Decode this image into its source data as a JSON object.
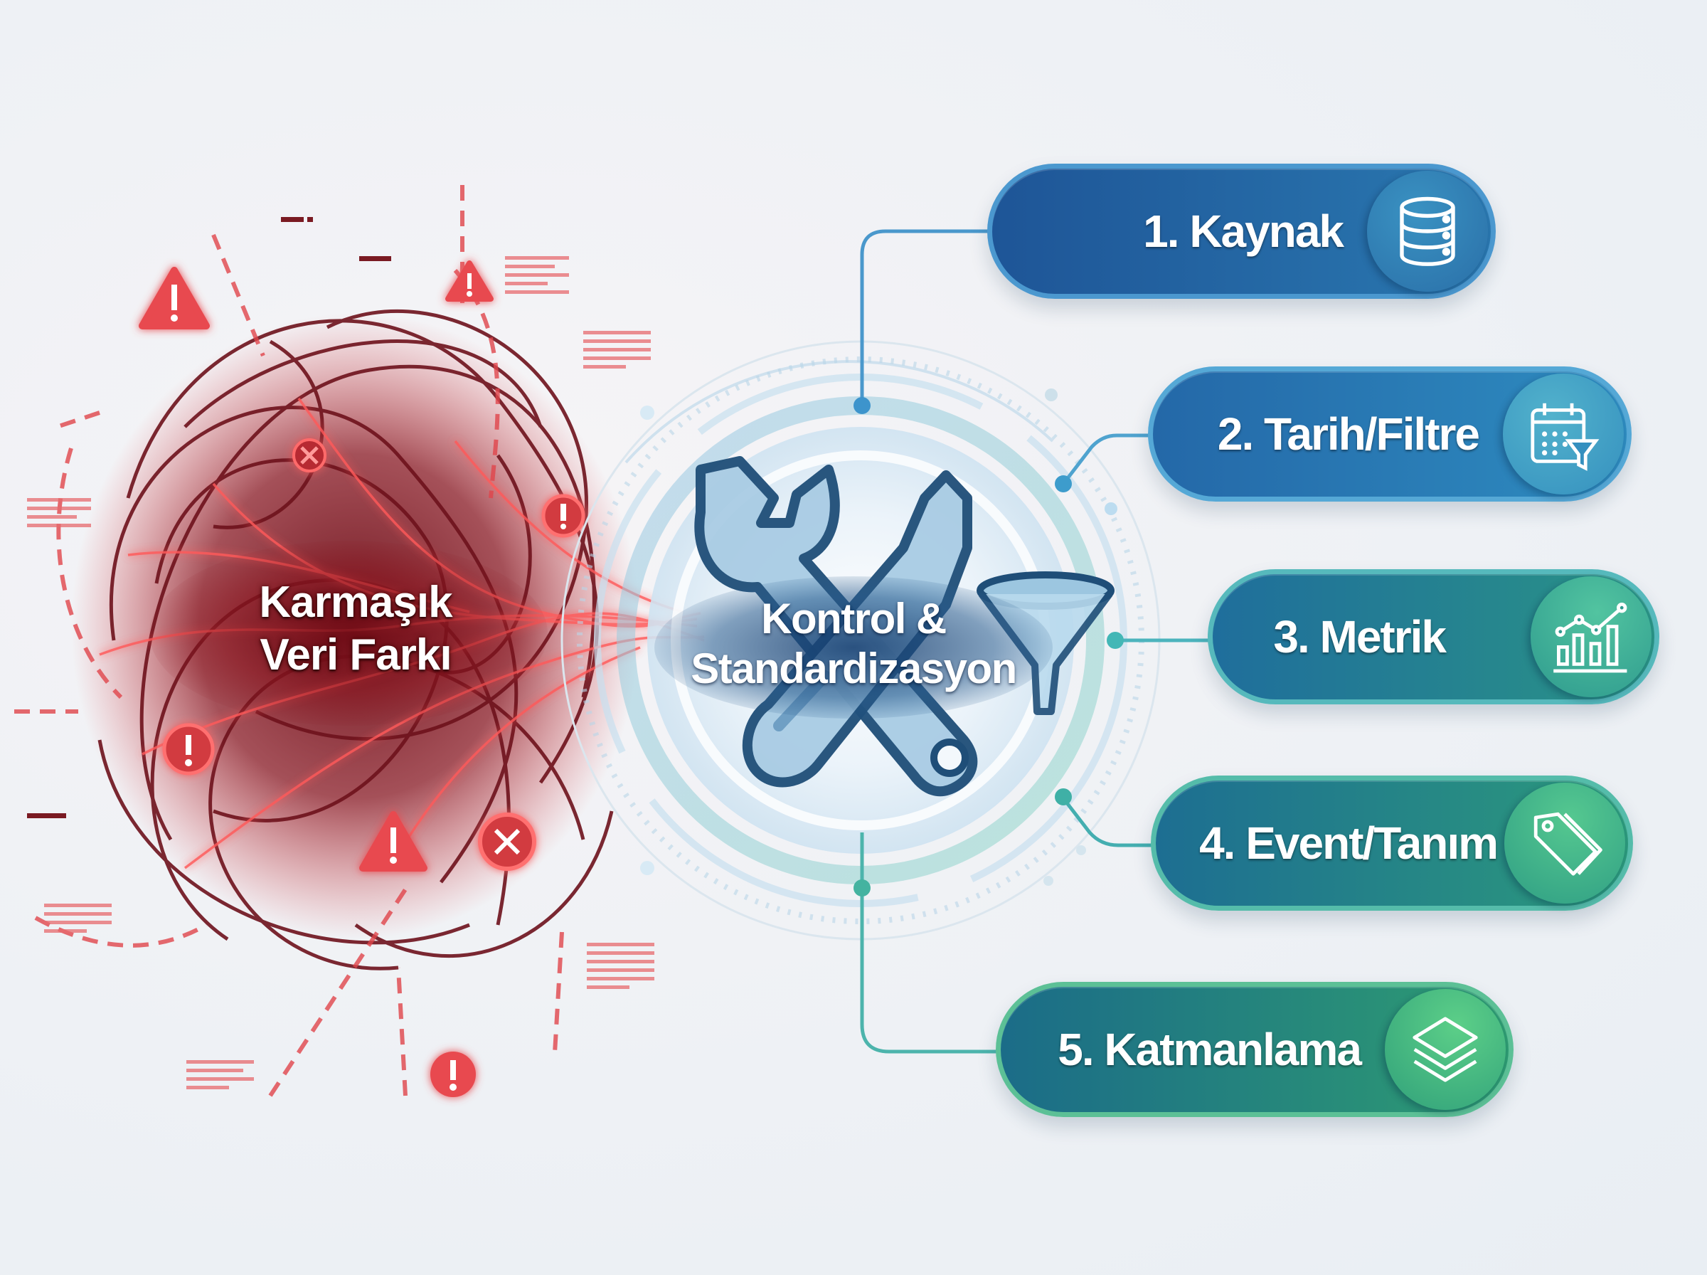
{
  "chaos": {
    "title_line1": "Karmaşık",
    "title_line2": "Veri Farkı",
    "icons": [
      "warning-triangle-icon",
      "warning-triangle-icon",
      "warning-triangle-icon",
      "error-circle-x-icon",
      "error-circle-x-icon",
      "alert-circle-icon",
      "alert-circle-icon",
      "alert-circle-icon"
    ],
    "color": "#e03a3e"
  },
  "hub": {
    "title_line1": "Kontrol &",
    "title_line2": "Standardizasyon",
    "icons": [
      "wrench-icon",
      "screwdriver-icon",
      "funnel-icon"
    ]
  },
  "steps": [
    {
      "label": "1. Kaynak",
      "icon": "database-icon",
      "color_start": "#1e5597",
      "color_end": "#2a78b0"
    },
    {
      "label": "2. Tarih/Filtre",
      "icon": "calendar-filter-icon",
      "color_start": "#2468a8",
      "color_end": "#2e8cc0"
    },
    {
      "label": "3. Metrik",
      "icon": "bar-line-chart-icon",
      "color_start": "#1f6e9c",
      "color_end": "#2a9486"
    },
    {
      "label": "4. Event/Tanım",
      "icon": "tags-icon",
      "color_start": "#1d6e92",
      "color_end": "#2c9a7c"
    },
    {
      "label": "5. Katmanlama",
      "icon": "layers-icon",
      "color_start": "#1b6c88",
      "color_end": "#2e9c72"
    }
  ]
}
